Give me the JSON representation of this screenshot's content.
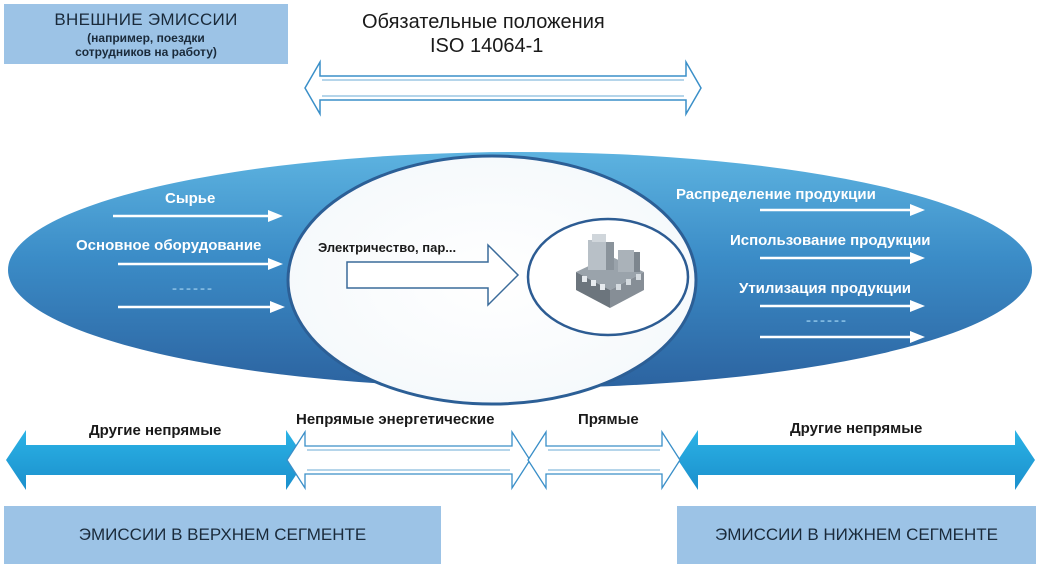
{
  "external": {
    "title": "ВНЕШНИЕ ЭМИССИИ",
    "line2": "(например, поездки",
    "line3": "сотрудников на работу)"
  },
  "mandatory": {
    "line1": "Обязательные положения",
    "line2": "ISO 14064-1"
  },
  "inputs": [
    "Сырье",
    "Основное оборудование"
  ],
  "inputs_dots": "------",
  "energy_label": "Электричество, пар...",
  "outputs": [
    "Распределение продукции",
    "Использование продукции",
    "Утилизация продукции"
  ],
  "outputs_dots": "------",
  "bottom": {
    "other_indirect_left": "Другие непрямые",
    "energy_indirect": "Непрямые энергетические",
    "direct": "Прямые",
    "other_indirect_right": "Другие непрямые"
  },
  "segments": {
    "upstream": "ЭМИССИИ В ВЕРХНЕМ СЕГМЕНТЕ",
    "downstream": "ЭМИССИИ В НИЖНЕМ СЕГМЕНТЕ"
  },
  "colors": {
    "box_fill": "#9cc3e6",
    "ellipse_dark": "#2e6fa8",
    "ellipse_light": "#4ea3d6",
    "arrow_blue": "#23a6dc",
    "arrow_outline": "#3a8fc8"
  },
  "icons": {
    "factory": "factory-icon"
  }
}
